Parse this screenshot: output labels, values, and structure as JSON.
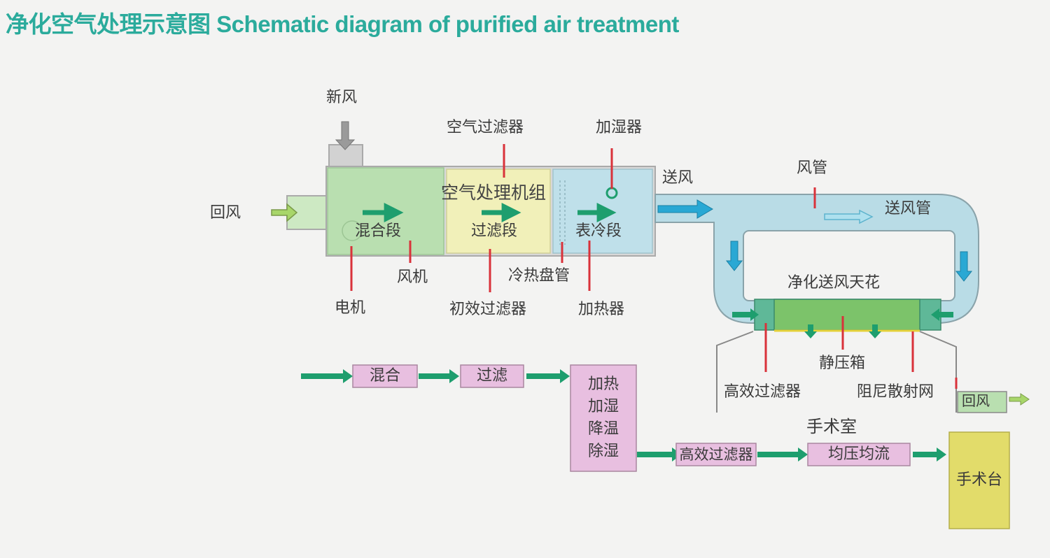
{
  "title": "净化空气处理示意图 Schematic diagram of purified air treatment",
  "colors": {
    "title": "#2bab9c",
    "mix_section": "#b9dfb0",
    "filter_section": "#f1f0b9",
    "cooling_section": "#bfe0ea",
    "duct": "#b9dce6",
    "flow_arrow_green": "#1e9e6e",
    "flow_arrow_blue": "#29a8d4",
    "leader_line": "#d9323a",
    "process_box": "#e8bfe0",
    "operating_table": "#e2dc6a",
    "static_box": "#7cc36a",
    "hepa_ends": "#5fb898"
  },
  "ahu": {
    "unit_label": "空气处理机组",
    "fresh_air": "新风",
    "return_air": "回风",
    "supply_air": "送风",
    "sections": [
      {
        "label": "混合段"
      },
      {
        "label": "过滤段"
      },
      {
        "label": "表冷段"
      }
    ],
    "callouts": {
      "air_filter": "空气过滤器",
      "humidifier": "加湿器",
      "fan": "风机",
      "motor": "电机",
      "primary_filter": "初效过滤器",
      "coil": "冷热盘管",
      "heater": "加热器"
    }
  },
  "duct": {
    "duct_label": "风管",
    "supply_duct_label": "送风管",
    "ceiling_label": "净化送风天花",
    "static_box_label": "静压箱",
    "hepa_label": "高效过滤器",
    "diffuser_label": "阻尼散射网",
    "return_label": "回风",
    "room_label": "手术室"
  },
  "process_flow": {
    "steps": [
      {
        "label": "混合"
      },
      {
        "label": "过滤"
      },
      {
        "label": "加热\n加湿\n降温\n除湿"
      },
      {
        "label": "高效过滤器"
      },
      {
        "label": "均压均流"
      },
      {
        "label": "手术台"
      }
    ]
  }
}
